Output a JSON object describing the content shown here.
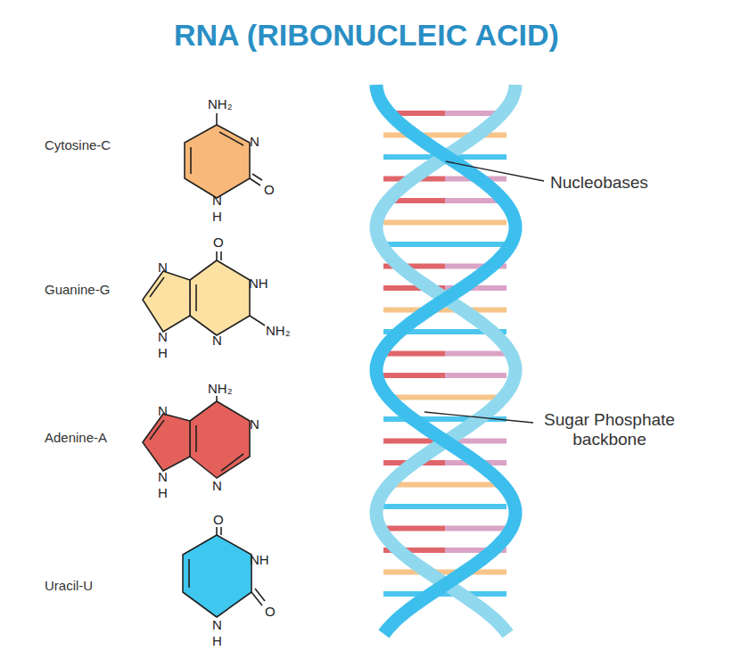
{
  "diagram": {
    "title": "RNA (RIBONUCLEIC ACID)",
    "labels": [
      "Cytosine-C",
      "NH₂",
      "N",
      "O",
      "N",
      "H",
      "Guanine-G",
      "O",
      "N",
      "NH",
      "N",
      "H",
      "N",
      "NH₂",
      "Adenine-A",
      "NH₂",
      "N",
      "N",
      "N",
      "H",
      "N",
      "Uracil-U",
      "O",
      "NH",
      "O",
      "N",
      "H",
      "Nucleobases",
      "Sugar Phosphate backbone"
    ]
  }
}
